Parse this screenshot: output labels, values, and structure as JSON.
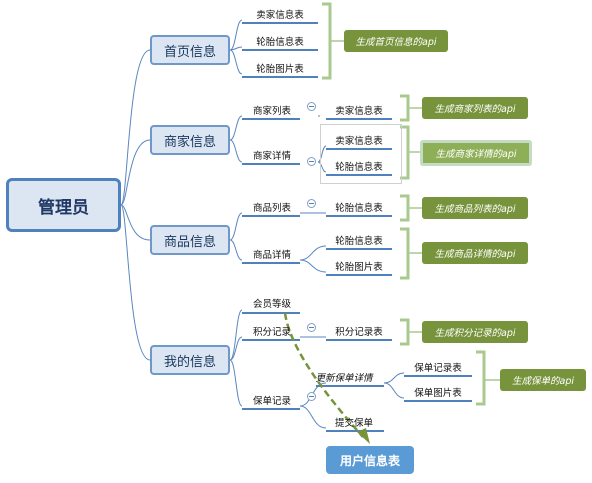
{
  "root": {
    "label": "管理员"
  },
  "branches": [
    {
      "label": "首页信息"
    },
    {
      "label": "商家信息"
    },
    {
      "label": "商品信息"
    },
    {
      "label": "我的信息"
    }
  ],
  "home": {
    "items": [
      "卖家信息表",
      "轮胎信息表",
      "轮胎图片表"
    ],
    "api": "生成首页信息的api"
  },
  "merchant": {
    "list": {
      "label": "商家列表",
      "child": "卖家信息表",
      "api": "生成商家列表的api"
    },
    "detail": {
      "label": "商家详情",
      "children": [
        "卖家信息表",
        "轮胎信息表"
      ],
      "api": "生成商家详情的api"
    }
  },
  "product": {
    "list": {
      "label": "商品列表",
      "child": "轮胎信息表",
      "api": "生成商品列表的api"
    },
    "detail": {
      "label": "商品详情",
      "children": [
        "轮胎信息表",
        "轮胎图片表"
      ],
      "api": "生成商品详情的api"
    }
  },
  "mine": {
    "level": {
      "label": "会员等级"
    },
    "points": {
      "label": "积分记录",
      "child": "积分记录表",
      "api": "生成积分记录的api"
    },
    "policy": {
      "label": "保单记录",
      "update": {
        "label": "更新保单详情",
        "children": [
          "保单记录表",
          "保单图片表"
        ]
      },
      "submit": {
        "label": "提交保单"
      },
      "api": "生成保单的api"
    }
  },
  "target": {
    "label": "用户信息表"
  },
  "colors": {
    "accent": "#4f81bd",
    "api": "#77933c",
    "bracket": "#a9c98f",
    "arrow": "#77933c"
  }
}
